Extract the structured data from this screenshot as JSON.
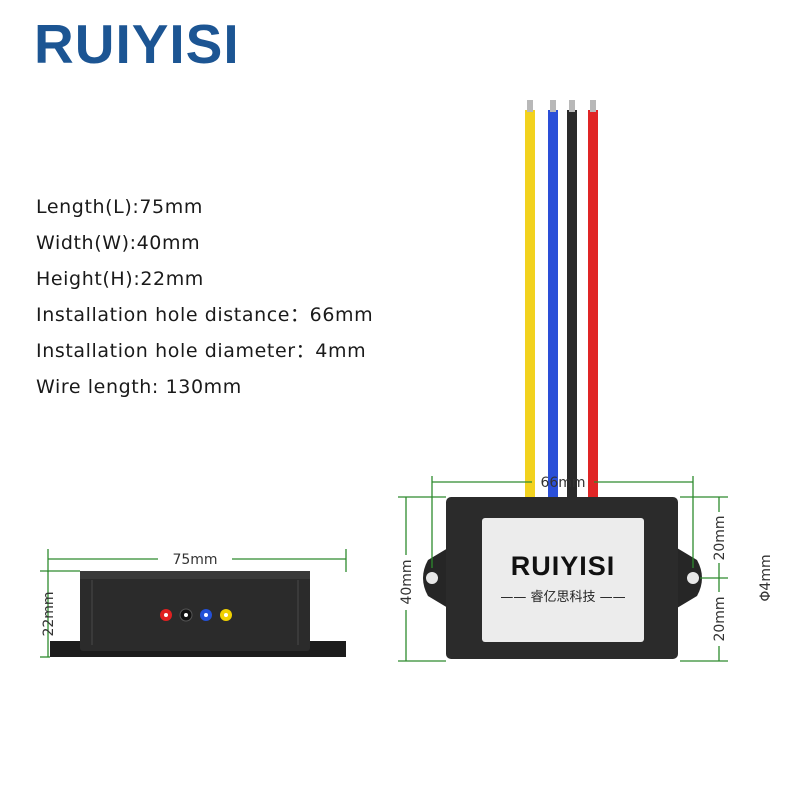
{
  "header": {
    "brand": "RUIYISI"
  },
  "specs": [
    "Length(L):75mm",
    "Width(W):40mm",
    "Height(H):22mm",
    "Installation hole distance：66mm",
    "Installation hole diameter：4mm",
    "Wire length: 130mm"
  ],
  "side_view": {
    "width_label": "75mm",
    "height_label": "22mm",
    "led_colors": [
      "#e02020",
      "#1a1a1a",
      "#2350d8",
      "#f0d000"
    ]
  },
  "top_view": {
    "hole_distance_label": "66mm",
    "width_label": "40mm",
    "upper_half_label": "20mm",
    "lower_half_label": "20mm",
    "hole_diameter_label": "Φ4mm",
    "label_brand": "RUIYISI",
    "label_subtitle": "—— 睿亿思科技 ——",
    "wire_colors": [
      "#f2d21e",
      "#2a4fd8",
      "#2a2a2a",
      "#e02525"
    ]
  },
  "colors": {
    "brand": "#1c5593",
    "dimension_line": "#2e8b2e",
    "housing": "#2b2b2b"
  }
}
